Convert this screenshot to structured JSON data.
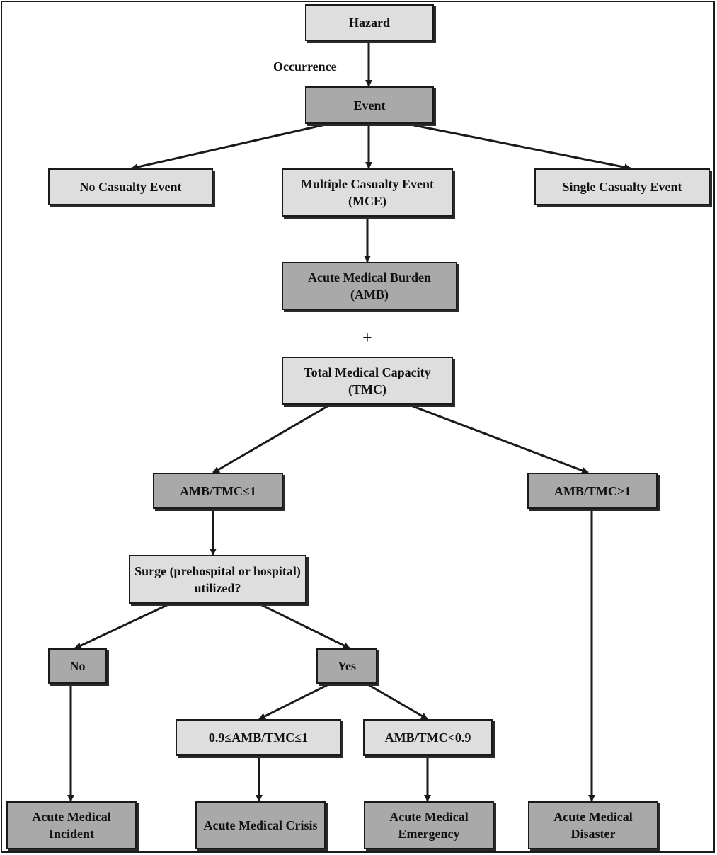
{
  "nodes": {
    "hazard": "Hazard",
    "event": "Event",
    "no_casualty": "No Casualty Event",
    "mce": "Multiple Casualty Event (MCE)",
    "single_casualty": "Single Casualty Event",
    "amb": "Acute Medical Burden (AMB)",
    "tmc": "Total Medical Capacity (TMC)",
    "ratio_le1": "AMB/TMC≤1",
    "ratio_gt1": "AMB/TMC>1",
    "surge": "Surge (prehospital or hospital) utilized?",
    "no": "No",
    "yes": "Yes",
    "range_09_1": "0.9≤AMB/TMC≤1",
    "ratio_lt09": "AMB/TMC<0.9",
    "incident": "Acute Medical Incident",
    "crisis": "Acute Medical Crisis",
    "emergency": "Acute Medical Emergency",
    "disaster": "Acute Medical Disaster"
  },
  "labels": {
    "occurrence": "Occurrence",
    "plus": "+"
  },
  "colors": {
    "light_box": "#dedede",
    "dark_box": "#a9a9a9",
    "line": "#1a1a1a"
  }
}
